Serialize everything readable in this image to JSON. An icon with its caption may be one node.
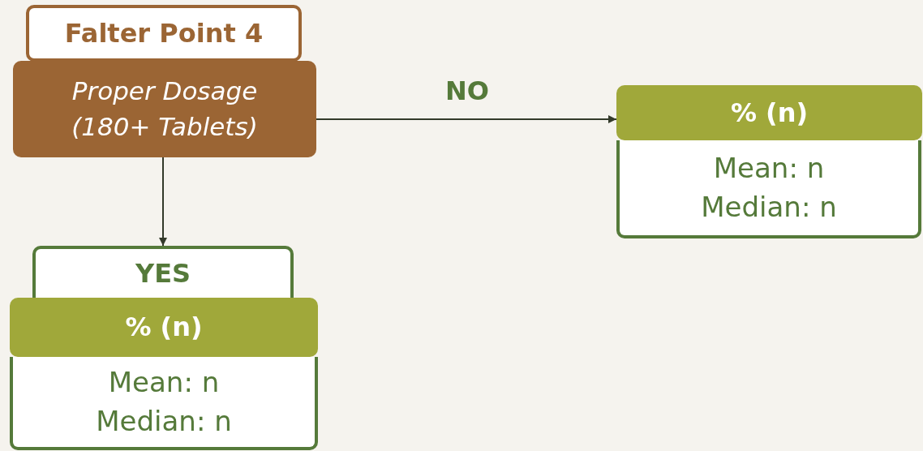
{
  "diagram": {
    "nodes": [
      {
        "text": [
          "Falter Point 4"
        ]
      },
      {
        "text": [
          "Proper Dosage (180+ Tablets)"
        ]
      },
      {
        "text": [
          "% (n)"
        ]
      },
      {
        "text": [
          "Mean: n",
          "Median: n"
        ]
      },
      {
        "text": [
          "YES"
        ]
      },
      {
        "text": [
          "% (n)"
        ]
      },
      {
        "text": [
          "Mean: n",
          "Median: n"
        ]
      }
    ],
    "edges": [
      {
        "from": 1,
        "to": 2,
        "arrow": "to",
        "label": "NO"
      },
      {
        "from": 1,
        "to": 4,
        "arrow": "to"
      }
    ]
  }
}
